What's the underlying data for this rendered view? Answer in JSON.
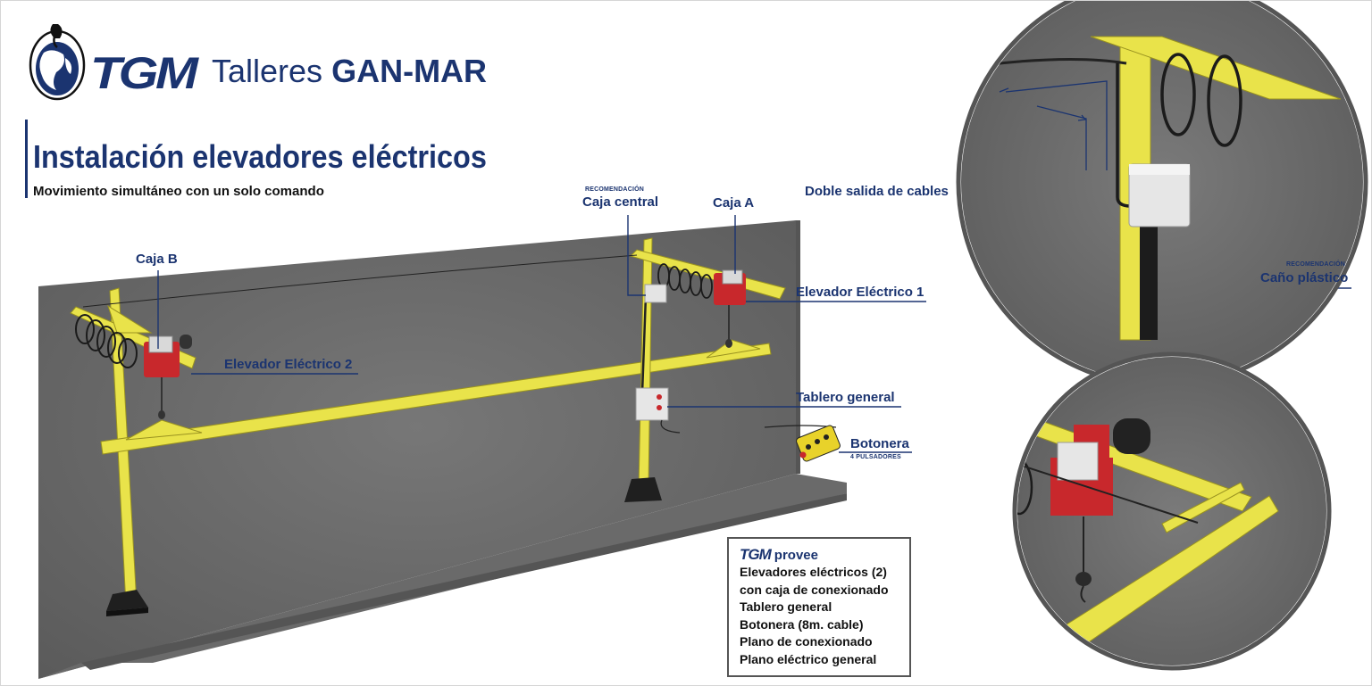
{
  "header": {
    "logo_text": "TGM",
    "company_prefix": "Talleres",
    "company_name": "GAN-MAR"
  },
  "title": "Instalación elevadores eléctricos",
  "subtitle": "Movimiento simultáneo con un solo comando",
  "labels": {
    "caja_b": "Caja B",
    "caja_central_note": "RECOMENDACIÓN",
    "caja_central": "Caja central",
    "caja_a": "Caja A",
    "elevador_1": "Elevador Eléctrico 1",
    "elevador_2": "Elevador Eléctrico 2",
    "tablero": "Tablero general",
    "botonera": "Botonera",
    "botonera_note": "4 PULSADORES",
    "doble_salida": "Doble salida de cables",
    "cano_note": "RECOMENDACIÓN",
    "cano": "Caño plástico"
  },
  "provee": {
    "logo": "TGM",
    "heading": "provee",
    "items": [
      "Elevadores eléctricos (2)",
      "con caja de conexionado",
      "Tablero general",
      "Botonera (8m. cable)",
      "Plano de conexionado",
      "Plano eléctrico general"
    ]
  },
  "colors": {
    "brand_navy": "#1b3470",
    "beam_yellow": "#e9e34a",
    "wall_gray": "#6e6e6e",
    "hoist_red": "#c8282c"
  }
}
